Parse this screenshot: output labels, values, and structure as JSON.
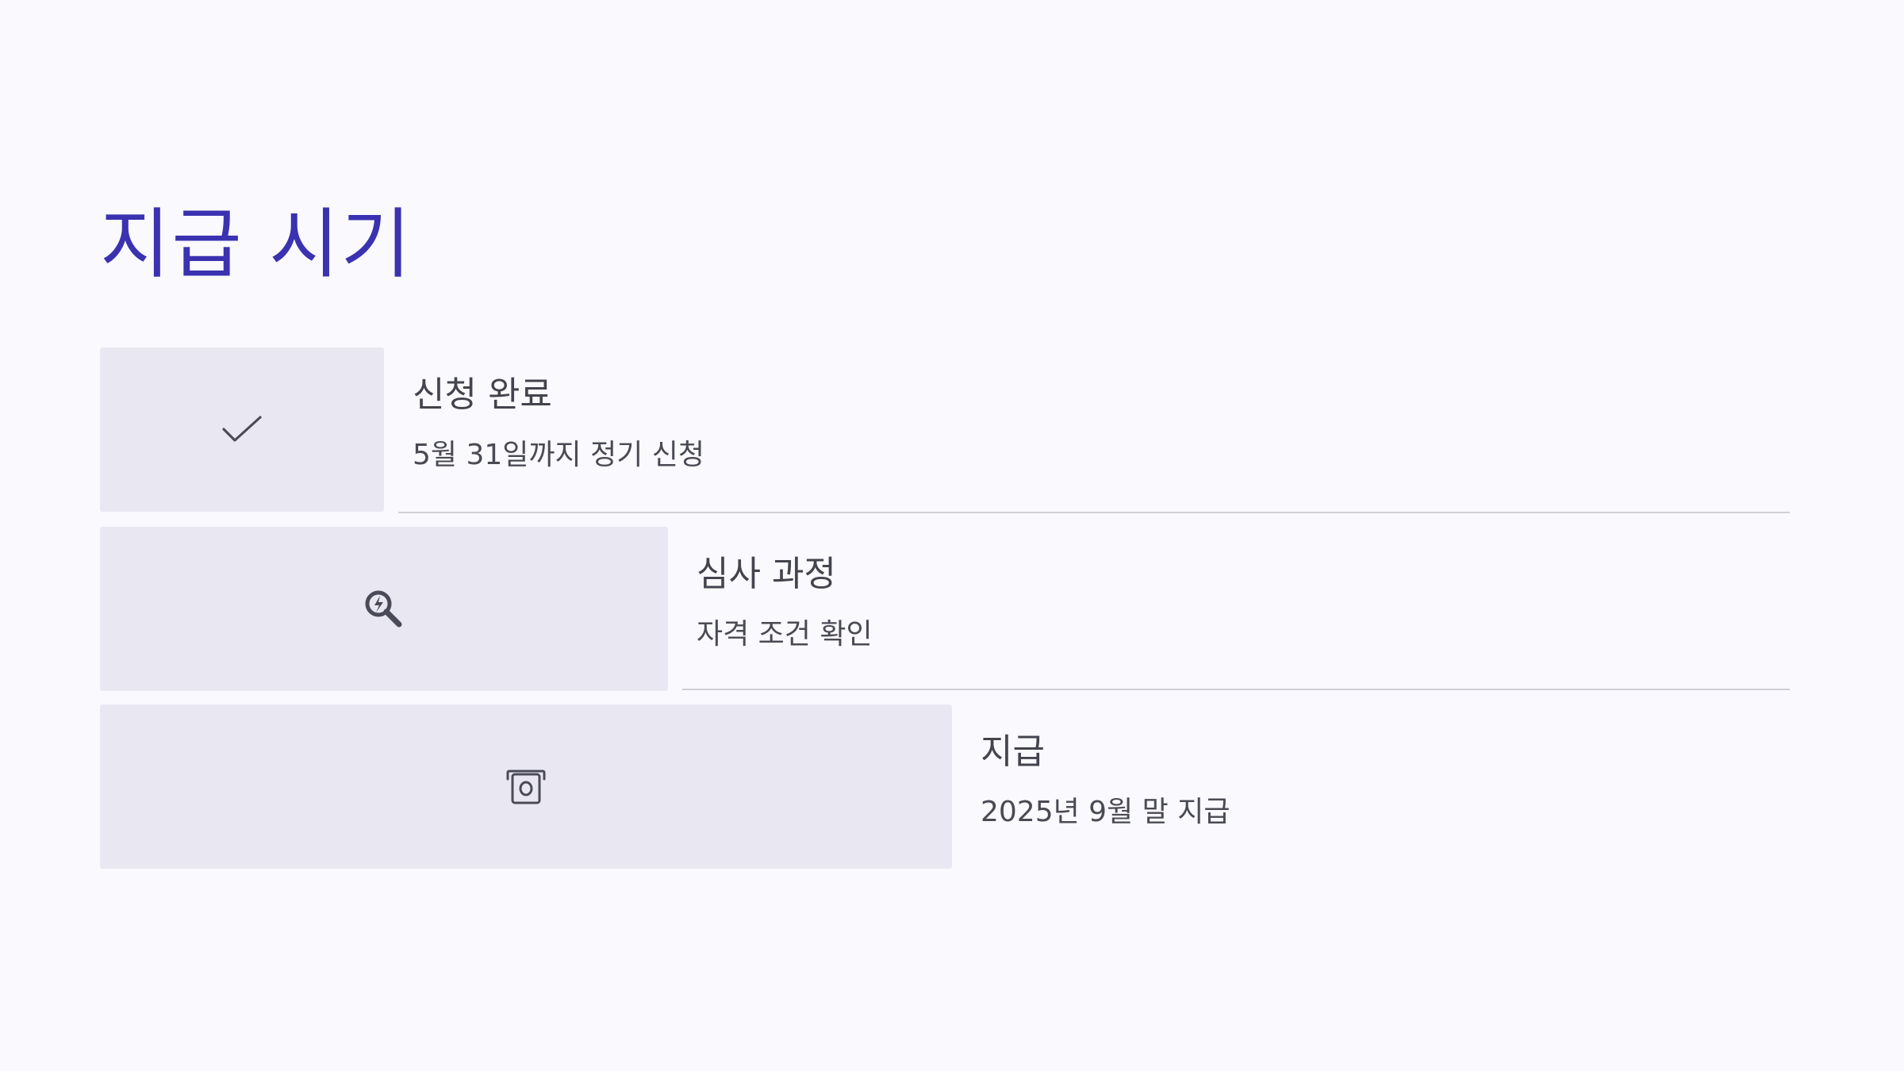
{
  "title": "지급 시기",
  "colors": {
    "title": "#3a32b0",
    "box_background": "#e9e8f2",
    "text": "#44444f",
    "divider": "#cfcfd6",
    "page_background": "#f9f9fe"
  },
  "steps": [
    {
      "icon": "checkmark-icon",
      "title": "신청 완료",
      "description": "5월 31일까지 정기 신청"
    },
    {
      "icon": "magnifier-review-icon",
      "title": "심사 과정",
      "description": "자격 조건 확인"
    },
    {
      "icon": "cash-withdrawal-icon",
      "title": "지급",
      "description": "2025년 9월 말 지급"
    }
  ]
}
